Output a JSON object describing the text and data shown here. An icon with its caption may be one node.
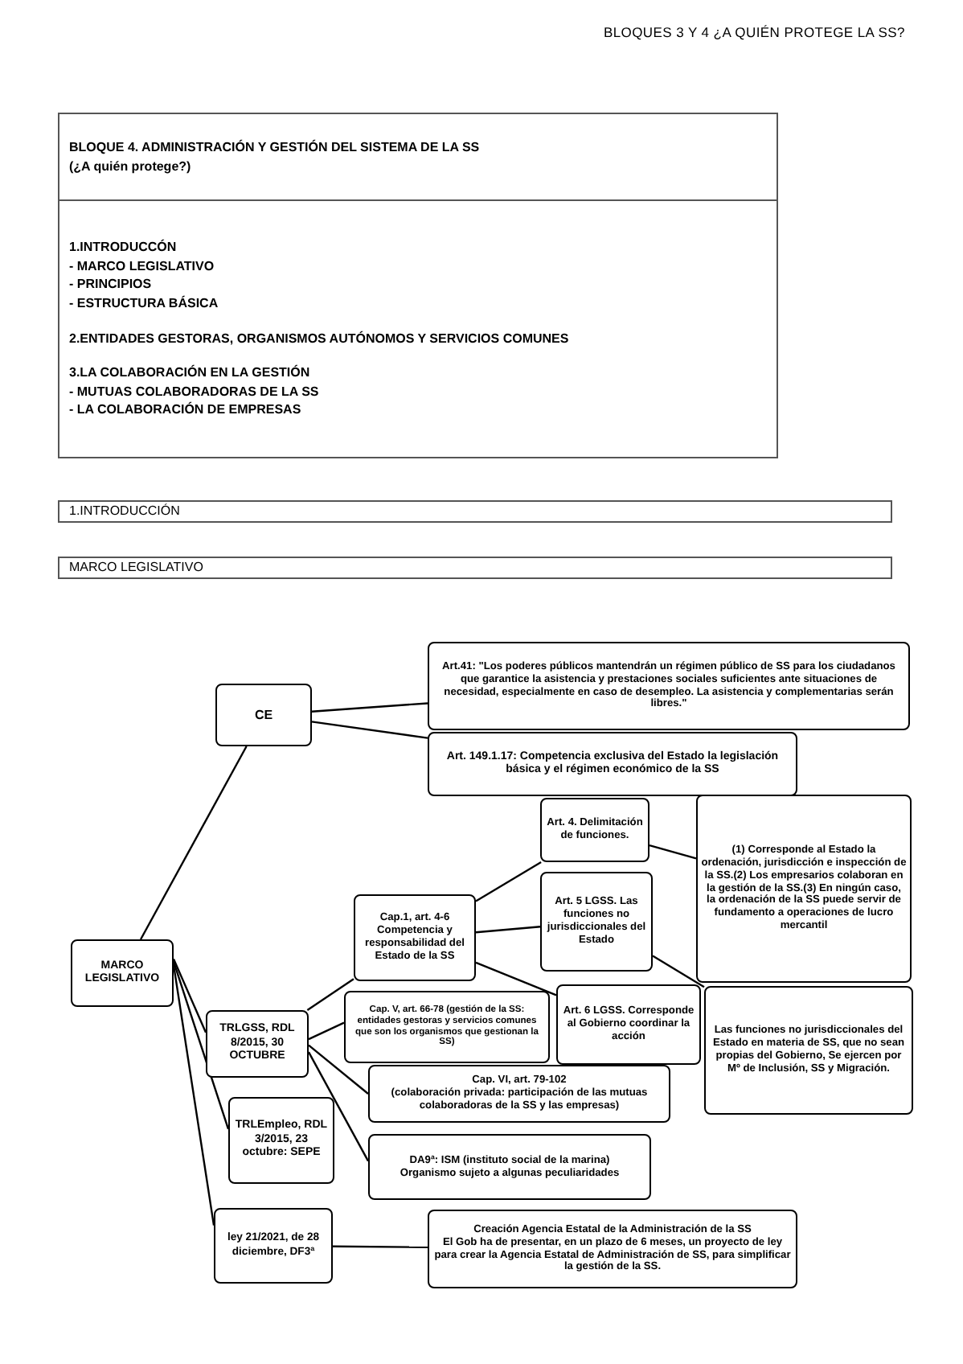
{
  "diagram": {
    "nodes": [
      {
        "text": [
          "BLOQUE 4. ADMINISTRACIÓN Y GESTIÓN DEL SISTEMA DE LA SS",
          "(¿A quién protege?)"
        ]
      },
      {
        "text": [
          "1.INTRODUCCÓN",
          "- MARCO LEGISLATIVO",
          "- PRINCIPIOS",
          "- ESTRUCTURA BÁSICA",
          "2.ENTIDADES GESTORAS, ORGANISMOS AUTÓNOMOS Y SERVICIOS COMUNES",
          "3.LA COLABORACIÓN EN LA GESTIÓN",
          "- MUTUAS COLABORADORAS DE LA SS",
          "- LA COLABORACIÓN DE EMPRESAS"
        ]
      },
      {
        "text": [
          "1.INTRODUCCIÓN"
        ]
      },
      {
        "text": [
          "MARCO LEGISLATIVO"
        ]
      },
      {
        "text": [
          "MARCO LEGISLATIVO"
        ]
      },
      {
        "text": [
          "CE"
        ]
      },
      {
        "text": [
          "Art.41: \"Los poderes públicos mantendrán un régimen público de SS para los ciudadanos que garantice la asistencia y prestaciones sociales suficientes ante situaciones de necesidad, especialmente en caso de desempleo. La asistencia y complementarias serán libres.\""
        ]
      },
      {
        "text": [
          "Art. 149.1.17: Competencia exclusiva del Estado la legislación básica y el régimen económico de la SS"
        ]
      },
      {
        "text": [
          "Cap.1, art. 4-6",
          "Competencia y responsabilidad del Estado de la SS"
        ]
      },
      {
        "text": [
          "Art. 4. Delimitación de funciones."
        ]
      },
      {
        "text": [
          "Art. 5 LGSS. Las funciones no jurisdiccionales del Estado"
        ]
      },
      {
        "text": [
          "(1) Corresponde al Estado la ordenación, jurisdicción e inspección de la SS.(2) Los empresarios colaboran en la gestión de la SS.(3) En ningún caso, la ordenación de la SS puede servir de fundamento a operaciones de lucro mercantil"
        ]
      },
      {
        "text": [
          "Art. 6 LGSS. Corresponde al Gobierno coordinar la acción"
        ]
      },
      {
        "text": [
          "Las funciones no jurisdiccionales del Estado en materia de SS, que no sean propias del Gobierno, Se ejercen por Mº de Inclusión, SS y Migración."
        ]
      },
      {
        "text": [
          "TRLGSS, RDL 8/2015, 30 OCTUBRE"
        ]
      },
      {
        "text": [
          "Cap. V, art. 66-78 (gestión de la SS: entidades gestoras y servicios comunes que son los organismos que gestionan la SS)"
        ]
      },
      {
        "text": [
          "Cap. VI, art. 79-102",
          "(colaboración privada: participación de las mutuas colaboradoras de la SS y las empresas)"
        ]
      },
      {
        "text": [
          "TRLEmpleo, RDL 3/2015, 23 octubre: SEPE"
        ]
      },
      {
        "text": [
          "DA9ª: ISM (instituto social de la marina)",
          "Organismo sujeto a algunas peculiaridades"
        ]
      },
      {
        "text": [
          "ley 21/2021, de 28 diciembre, DF3ª"
        ]
      },
      {
        "text": [
          "Creación Agencia Estatal de la Administración de la SS",
          "El Gob ha de presentar, en un plazo de 6 meses, un proyecto de ley para crear la Agencia Estatal de Administración de SS, para simplificar la gestión de la SS."
        ]
      }
    ],
    "edges": [
      {
        "from": 4,
        "to": 5,
        "arrow": "none"
      },
      {
        "from": 5,
        "to": 6,
        "arrow": "none"
      },
      {
        "from": 5,
        "to": 7,
        "arrow": "none"
      },
      {
        "from": 4,
        "to": 14,
        "arrow": "none"
      },
      {
        "from": 4,
        "to": 17,
        "arrow": "none"
      },
      {
        "from": 4,
        "to": 19,
        "arrow": "none"
      },
      {
        "from": 14,
        "to": 8,
        "arrow": "none"
      },
      {
        "from": 14,
        "to": 15,
        "arrow": "none"
      },
      {
        "from": 14,
        "to": 16,
        "arrow": "none"
      },
      {
        "from": 14,
        "to": 18,
        "arrow": "none"
      },
      {
        "from": 8,
        "to": 9,
        "arrow": "none"
      },
      {
        "from": 8,
        "to": 10,
        "arrow": "none"
      },
      {
        "from": 8,
        "to": 12,
        "arrow": "none"
      },
      {
        "from": 9,
        "to": 11,
        "arrow": "none"
      },
      {
        "from": 10,
        "to": 13,
        "arrow": "none"
      },
      {
        "from": 19,
        "to": 20,
        "arrow": "none"
      }
    ],
    "labels": [
      "BLOQUES 3 Y 4 ¿A QUIÉN PROTEGE LA SS?"
    ]
  }
}
